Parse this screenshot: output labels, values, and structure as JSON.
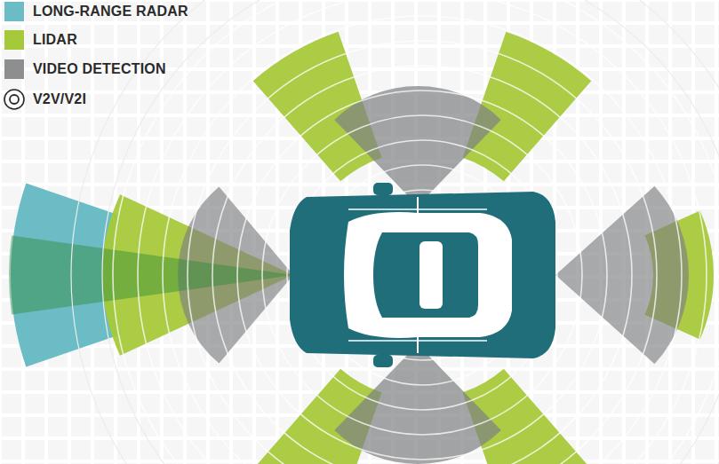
{
  "diagram": {
    "legend": [
      {
        "text": "LONG-RANGE RADAR",
        "color": "#6cbcc6"
      },
      {
        "text": "LIDAR",
        "color": "#a6c93a"
      },
      {
        "text": "VIDEO DETECTION",
        "color": "#8c8e90"
      },
      {
        "text": "V2V/V2I"
      }
    ]
  }
}
